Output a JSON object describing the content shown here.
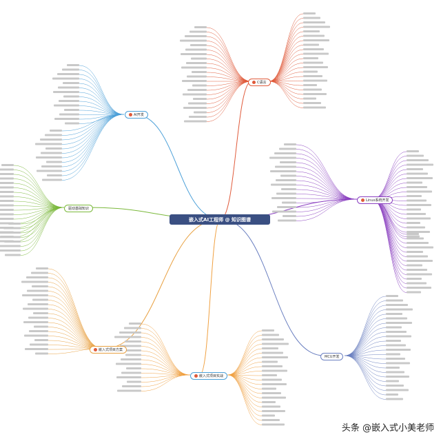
{
  "center": {
    "title": "嵌入式AI工程师 @ 知识图谱"
  },
  "watermark": "头条 @嵌入式小美老师",
  "branches": {
    "ai": {
      "label": "AI开发",
      "color": "#4a9fd8"
    },
    "cs": {
      "label": "C语言",
      "color": "#e05a3a"
    },
    "linux": {
      "label": "Linux系统开发",
      "color": "#8a3fc0"
    },
    "emb": {
      "label": "嵌入式项目实战",
      "color": "#f0a040"
    },
    "mcu": {
      "label": "MCU开发",
      "color": "#6a7fc0"
    },
    "proj": {
      "label": "嵌入式项目方案",
      "color": "#e8a040"
    },
    "driver": {
      "label": "驱动基础知识",
      "color": "#7ab83a"
    }
  },
  "texts": {
    "ai_title": "AI开发",
    "cs_title": "C语言",
    "linux_title": "Linux系统开发",
    "emb_title": "嵌入式项目实战",
    "mcu_title": "MCU开发",
    "proj_title": "嵌入式项目方案",
    "driver_title": "驱动基础知识"
  }
}
